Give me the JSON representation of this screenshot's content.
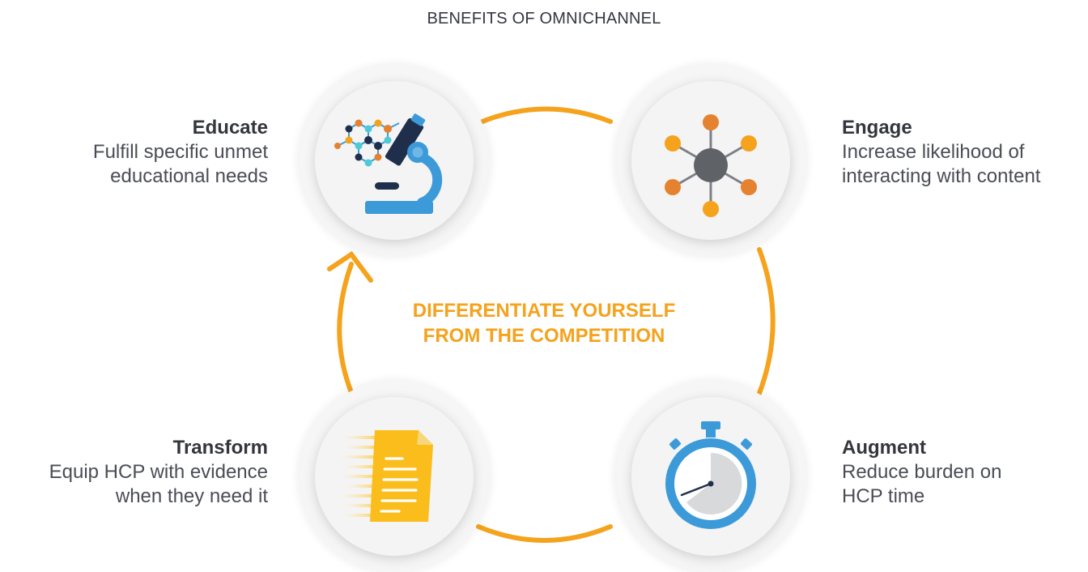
{
  "title": "BENEFITS OF OMNICHANNEL",
  "center": {
    "line1": "DIFFERENTIATE YOURSELF",
    "line2": "FROM THE COMPETITION"
  },
  "nodes": {
    "educate": {
      "title": "Educate",
      "desc_line1": "Fulfill specific unmet",
      "desc_line2": "educational needs",
      "icon": "microscope-molecule-icon"
    },
    "engage": {
      "title": "Engage",
      "desc_line1": "Increase likelihood of",
      "desc_line2": "interacting with content",
      "icon": "network-hub-icon"
    },
    "transform": {
      "title": "Transform",
      "desc_line1": "Equip HCP with evidence",
      "desc_line2": "when they need it",
      "icon": "document-icon"
    },
    "augment": {
      "title": "Augment",
      "desc_line1": "Reduce burden on",
      "desc_line2": "HCP time",
      "icon": "stopwatch-icon"
    }
  },
  "colors": {
    "accent_orange": "#f5a21c",
    "dark_orange": "#e5822f",
    "blue": "#3d9ad9",
    "navy": "#1f2f4b",
    "teal": "#4fc9d6",
    "gray_hub": "#5f6368",
    "doc_yellow": "#fbbd1c",
    "text_dark": "#33363d"
  }
}
